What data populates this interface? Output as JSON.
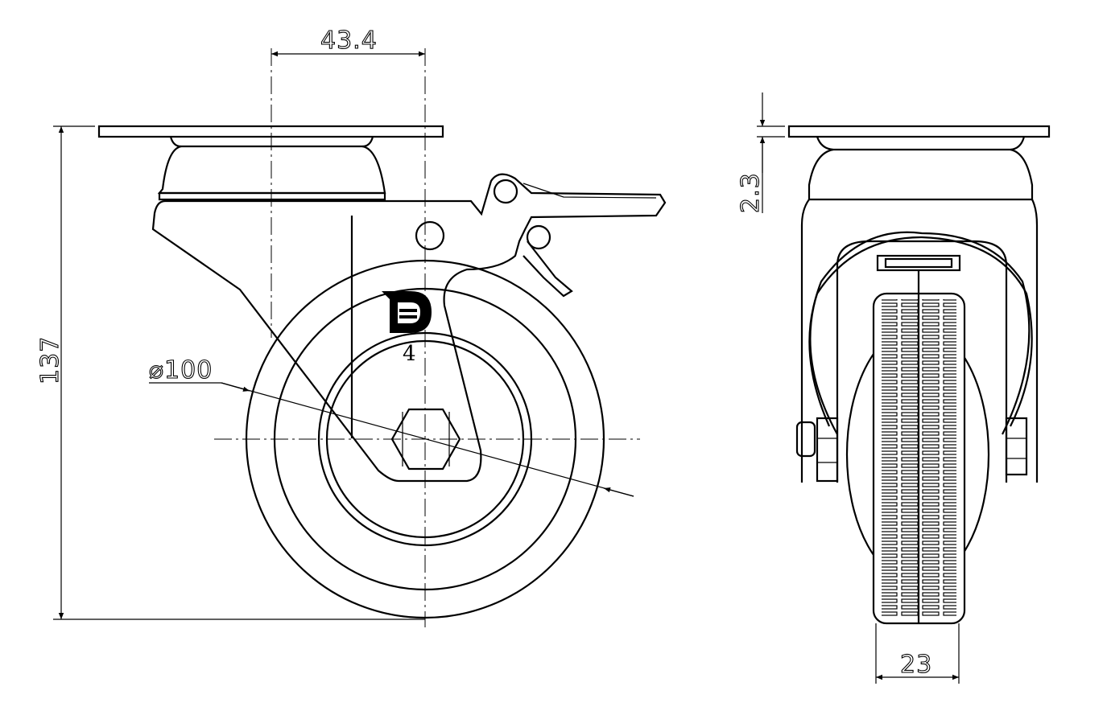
{
  "drawing": {
    "title": "Swivel caster with brake, 100 mm wheel",
    "dimensions": {
      "offset": "43.4",
      "height": "137",
      "wheel_diameter": "⌀100",
      "plate_thickness": "2.3",
      "wheel_width": "23"
    },
    "logo_label": "4"
  }
}
